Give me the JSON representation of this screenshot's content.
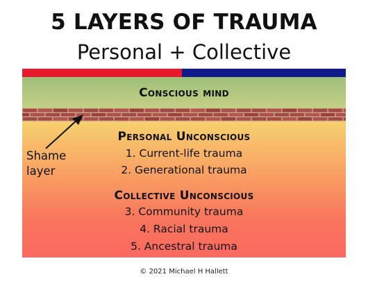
{
  "title": "5 LAYERS OF TRAUMA",
  "subtitle": "Personal + Collective",
  "colors": {
    "bar_left": "#e8192c",
    "bar_right": "#101a8a",
    "conscious_band": "#b3c97f",
    "unconscious_top": "#f7d06f",
    "unconscious_bottom": "#fb6960",
    "brick": "#a8493f",
    "mortar": "#c9a89a"
  },
  "conscious": {
    "label": "Conscious mind"
  },
  "personal": {
    "heading": "Personal Unconscious",
    "items": [
      "1. Current-life trauma",
      "2. Generational trauma"
    ]
  },
  "collective": {
    "heading": "Collective Unconscious",
    "items": [
      "3. Community trauma",
      "4. Racial trauma",
      "5. Ancestral trauma"
    ]
  },
  "shame": {
    "line1": "Shame",
    "line2": "layer"
  },
  "copyright": "© 2021 Michael H Hallett"
}
